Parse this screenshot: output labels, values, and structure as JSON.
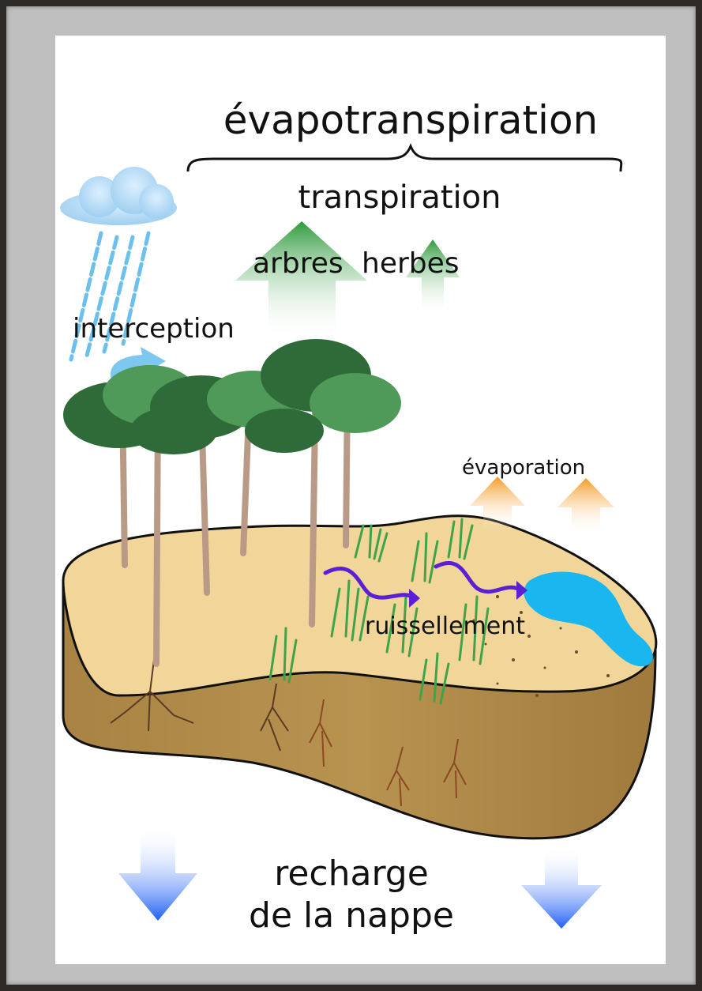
{
  "labels": {
    "evapotranspiration": "évapotranspiration",
    "transpiration": "transpiration",
    "arbres": "arbres",
    "herbes": "herbes",
    "interception": "interception",
    "evaporation": "évaporation",
    "ruissellement": "ruissellement",
    "recharge_line1": "recharge",
    "recharge_line2": "de la nappe"
  },
  "colors": {
    "sand_top": "#f2d699",
    "soil_side": "#b38f4f",
    "tree_dark": "#2e6b38",
    "tree_light": "#4f9a58",
    "trunk": "#b99a86",
    "grass": "#3fa34a",
    "water": "#19b6f0",
    "runoff_arrow": "#5b1fd6",
    "transpiration_arrow": "#3aa84a",
    "evaporation_arrow": "#f4a73a",
    "recharge_arrow": "#2f6ff2",
    "rain": "#7cc6ec",
    "roots": "#7a4a2a"
  }
}
